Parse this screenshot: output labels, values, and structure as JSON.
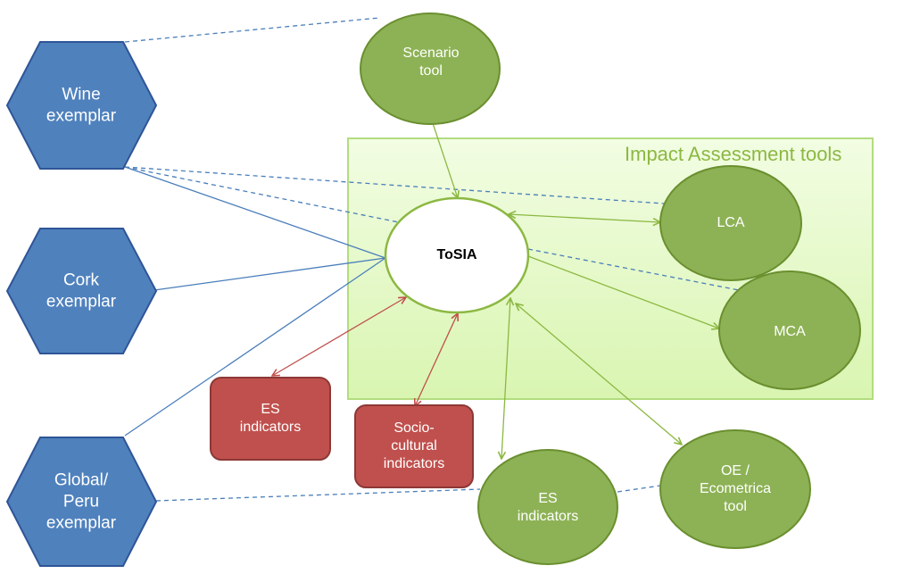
{
  "region": {
    "title": "Impact Assessment tools"
  },
  "exemplars": [
    {
      "id": "wine",
      "line1": "Wine",
      "line2": "exemplar",
      "line3": ""
    },
    {
      "id": "cork",
      "line1": "Cork",
      "line2": "exemplar",
      "line3": ""
    },
    {
      "id": "global",
      "line1": "Global/",
      "line2": "Peru",
      "line3": "exemplar"
    }
  ],
  "tools": {
    "scenario": {
      "line1": "Scenario",
      "line2": "tool"
    },
    "tosia": {
      "label": "ToSIA"
    },
    "lca": {
      "label": "LCA"
    },
    "mca": {
      "label": "MCA"
    },
    "es_green": {
      "line1": "ES",
      "line2": "indicators"
    },
    "oe": {
      "line1": "OE /",
      "line2": "Ecometrica",
      "line3": "tool"
    }
  },
  "indicators": {
    "es_red": {
      "line1": "ES",
      "line2": "indicators"
    },
    "socio": {
      "line1": "Socio-",
      "line2": "cultural",
      "line3": "indicators"
    }
  },
  "colors": {
    "hex_fill": "#4f81bd",
    "hex_stroke": "#2f5597",
    "green_fill": "#8db255",
    "green_stroke": "#6a8f2f",
    "red_fill": "#c0504d",
    "red_stroke": "#8c3836",
    "region_fill": "#e4f8c8",
    "region_stroke": "#b3dc7f",
    "blue_line": "#4a7ebb",
    "green_line": "#8cb842",
    "red_line": "#c0504d"
  }
}
